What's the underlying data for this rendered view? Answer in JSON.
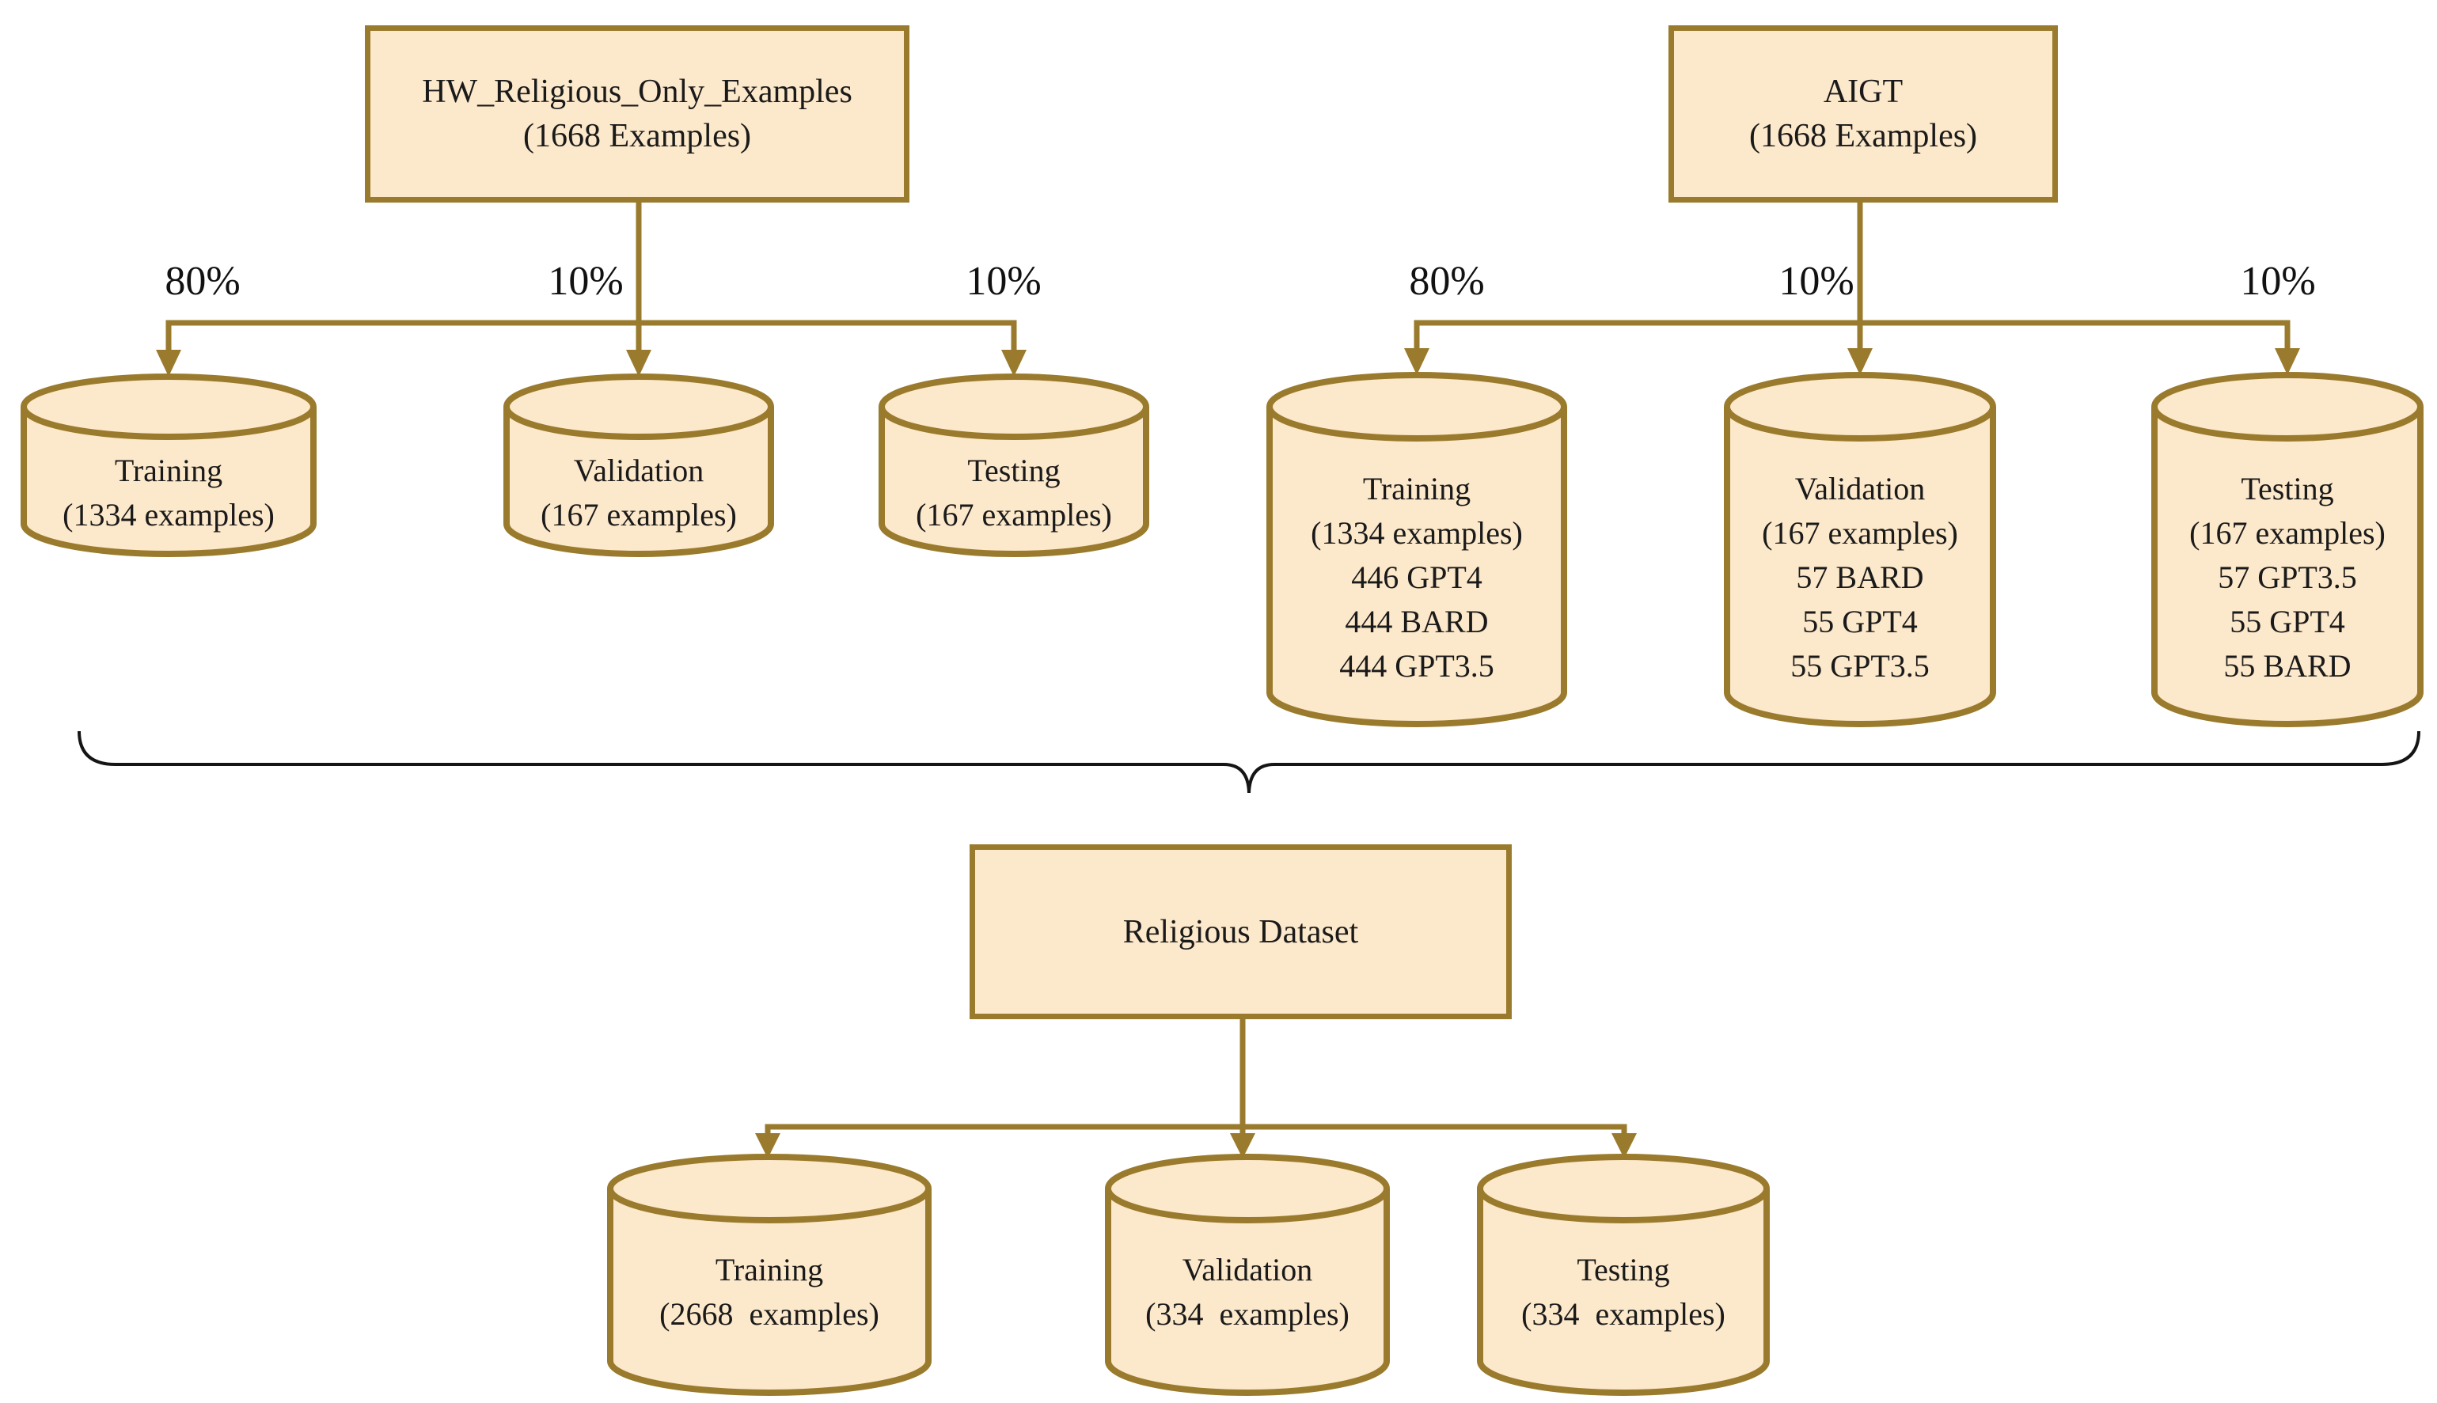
{
  "colors": {
    "node_fill": "#FCE8CA",
    "node_border": "#9A7B2D",
    "connector": "#9A7B2D",
    "brace": "#151515",
    "text": "#1A1A1A"
  },
  "left_tree": {
    "root": [
      "HW_Religious_Only_Examples",
      "(1668 Examples)"
    ],
    "splits": [
      "80%",
      "10%",
      "10%"
    ],
    "children": [
      {
        "lines": [
          "Training",
          "(1334 examples)"
        ]
      },
      {
        "lines": [
          "Validation",
          "(167 examples)"
        ]
      },
      {
        "lines": [
          "Testing",
          "(167 examples)"
        ]
      }
    ]
  },
  "right_tree": {
    "root": [
      "AIGT",
      "(1668 Examples)"
    ],
    "splits": [
      "80%",
      "10%",
      "10%"
    ],
    "children": [
      {
        "lines": [
          "Training",
          "(1334 examples)",
          "446 GPT4",
          "444 BARD",
          "444 GPT3.5"
        ]
      },
      {
        "lines": [
          "Validation",
          "(167 examples)",
          "57 BARD",
          "55 GPT4",
          "55 GPT3.5"
        ]
      },
      {
        "lines": [
          "Testing",
          "(167 examples)",
          "57 GPT3.5",
          "55 GPT4",
          "55 BARD"
        ]
      }
    ]
  },
  "merged_tree": {
    "root": [
      "Religious Dataset"
    ],
    "children": [
      {
        "lines": [
          "Training",
          "(2668  examples)"
        ]
      },
      {
        "lines": [
          "Validation",
          "(334  examples)"
        ]
      },
      {
        "lines": [
          "Testing",
          "(334  examples)"
        ]
      }
    ]
  }
}
